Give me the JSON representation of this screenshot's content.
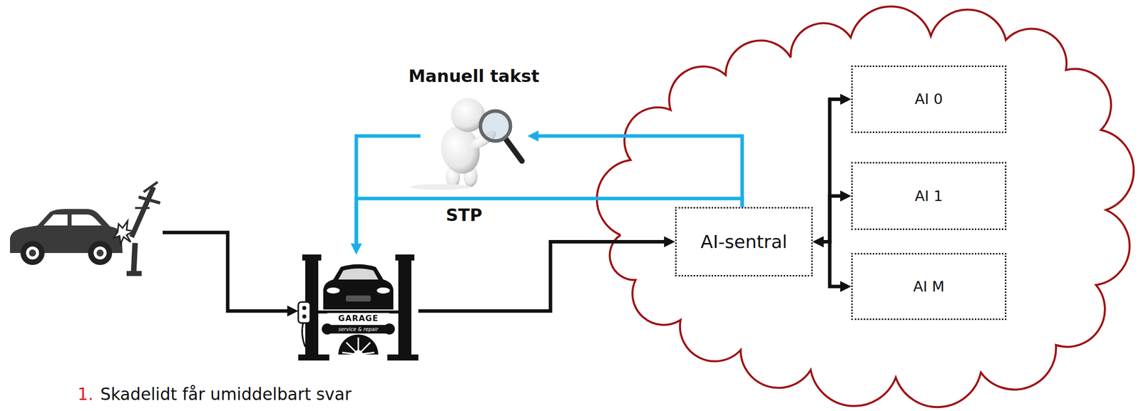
{
  "diagram": {
    "nodes": [
      {
        "text": [
          "Manuell takst"
        ]
      },
      {
        "text": [
          "GARAGE",
          "service & repair"
        ]
      },
      {
        "text": [
          "AI-sentral"
        ]
      },
      {
        "text": [
          "AI 0"
        ]
      },
      {
        "text": [
          "AI 1"
        ]
      },
      {
        "text": [
          "AI M"
        ]
      }
    ],
    "edges": [
      {
        "from": 1,
        "to": 2,
        "arrow": "to"
      },
      {
        "from": 2,
        "to": 0,
        "arrow": "to"
      },
      {
        "from": 0,
        "to": 1,
        "arrow": "to"
      },
      {
        "from": 2,
        "to": 1,
        "label": "STP",
        "arrow": "to"
      },
      {
        "from": 2,
        "to": 3,
        "arrow": "both"
      },
      {
        "from": 2,
        "to": 4,
        "arrow": "both"
      },
      {
        "from": 2,
        "to": 5,
        "arrow": "both"
      }
    ],
    "labels": [
      "1.",
      "Skadelidt får umiddelbart svar"
    ]
  }
}
